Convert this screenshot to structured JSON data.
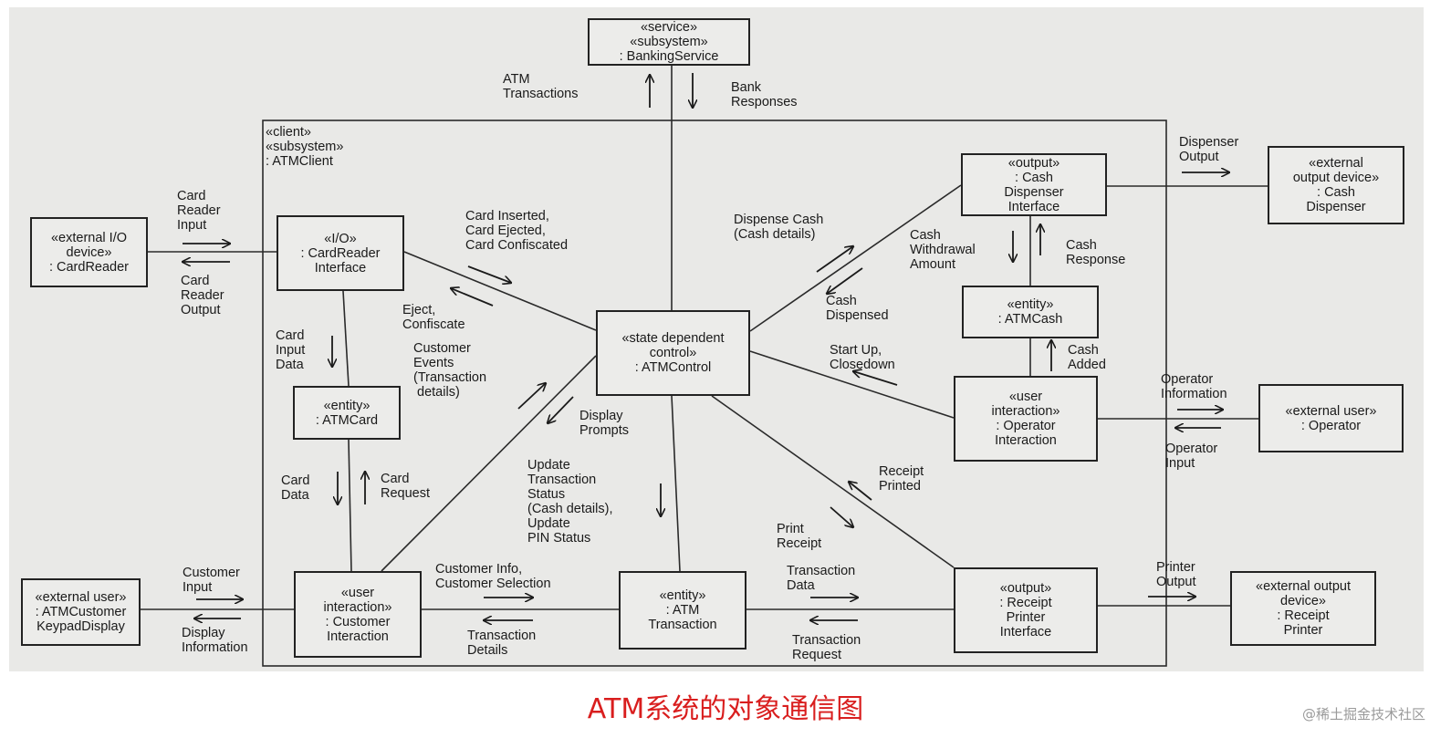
{
  "caption": "ATM系统的对象通信图",
  "watermark": "@稀土掘金技术社区",
  "client_subsystem": {
    "lines": [
      "«client»",
      "«subsystem»",
      ": ATMClient"
    ]
  },
  "boxes": {
    "banking_service": [
      "«service»",
      "«subsystem»",
      ": BankingService"
    ],
    "card_reader": [
      "«external I/O",
      "device»",
      ": CardReader"
    ],
    "card_reader_interface": [
      "«I/O»",
      ": CardReader",
      "Interface"
    ],
    "atm_card": [
      "«entity»",
      ": ATMCard"
    ],
    "atm_control": [
      "«state dependent",
      "control»",
      ": ATMControl"
    ],
    "cash_dispenser_interface": [
      "«output»",
      ": Cash",
      "Dispenser",
      "Interface"
    ],
    "cash_dispenser": [
      "«external",
      "output device»",
      ": Cash",
      "Dispenser"
    ],
    "atm_cash": [
      "«entity»",
      ": ATMCash"
    ],
    "operator_interaction": [
      "«user",
      "interaction»",
      ": Operator",
      "Interaction"
    ],
    "operator": [
      "«external user»",
      ": Operator"
    ],
    "customer_keypad": [
      "«external user»",
      ": ATMCustomer",
      "KeypadDisplay"
    ],
    "customer_interaction": [
      "«user",
      "interaction»",
      ": Customer",
      "Interaction"
    ],
    "atm_transaction": [
      "«entity»",
      ": ATM",
      "Transaction"
    ],
    "receipt_printer_interface": [
      "«output»",
      ": Receipt",
      "Printer",
      "Interface"
    ],
    "receipt_printer": [
      "«external output",
      "device»",
      ": Receipt",
      "Printer"
    ]
  },
  "messages": {
    "atm_transactions": "ATM\nTransactions",
    "bank_responses": "Bank\nResponses",
    "card_reader_input": "Card\nReader\nInput",
    "card_reader_output": "Card\nReader\nOutput",
    "card_inserted": "Card Inserted,\nCard Ejected,\nCard Confiscated",
    "eject_confiscate": "Eject,\nConfiscate",
    "card_input_data": "Card\nInput\nData",
    "customer_events": "Customer\nEvents\n(Transaction\n details)",
    "display_prompts": "Display\nPrompts",
    "card_data": "Card\nData",
    "card_request": "Card\nRequest",
    "update_transaction": "Update\nTransaction\nStatus\n(Cash details),\nUpdate\nPIN Status",
    "customer_input": "Customer\nInput",
    "display_information": "Display\nInformation",
    "customer_info": "Customer Info,\nCustomer Selection",
    "transaction_details": "Transaction\nDetails",
    "transaction_data": "Transaction\nData",
    "transaction_request": "Transaction\nRequest",
    "print_receipt": "Print\nReceipt",
    "receipt_printed": "Receipt\nPrinted",
    "printer_output": "Printer\nOutput",
    "dispense_cash": "Dispense Cash\n(Cash details)",
    "cash_dispensed": "Cash\nDispensed",
    "cash_withdrawal": "Cash\nWithdrawal\nAmount",
    "cash_response": "Cash\nResponse",
    "dispenser_output": "Dispenser\nOutput",
    "cash_added": "Cash\nAdded",
    "start_up": "Start Up,\nClosedown",
    "operator_information": "Operator\nInformation",
    "operator_input": "Operator\nInput"
  }
}
